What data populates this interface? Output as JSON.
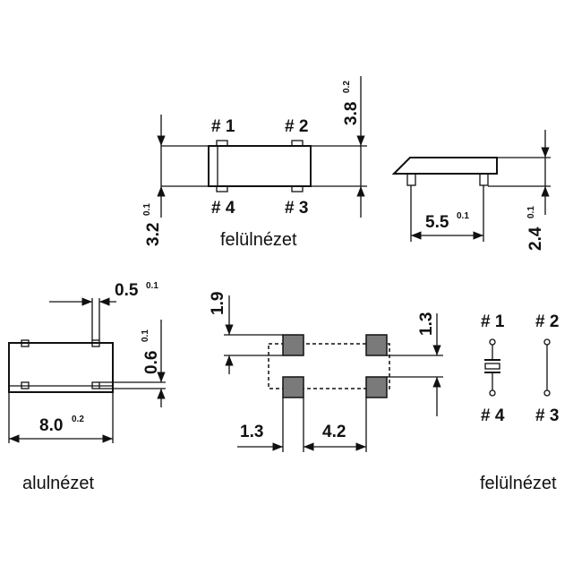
{
  "pins": {
    "p1": "# 1",
    "p2": "# 2",
    "p3": "# 3",
    "p4": "# 4"
  },
  "labels": {
    "top_view": "felülnézet",
    "bottom_view": "alulnézet"
  },
  "dimensions": {
    "width_top": {
      "value": "3.8",
      "tol": "0.2"
    },
    "height_top": {
      "value": "3.2",
      "tol": "0.1"
    },
    "side_len": {
      "value": "5.5",
      "tol": "0.1"
    },
    "side_h": {
      "value": "2.4",
      "tol": "0.1"
    },
    "pad_w": {
      "value": "0.5",
      "tol": "0.1"
    },
    "pad_h": {
      "value": "0.6",
      "tol": "0.1"
    },
    "len_bottom": {
      "value": "8.0",
      "tol": "0.2"
    },
    "fp_top": "1.9",
    "fp_right": "1.3",
    "fp_left": "1.3",
    "fp_pitch": "4.2"
  }
}
